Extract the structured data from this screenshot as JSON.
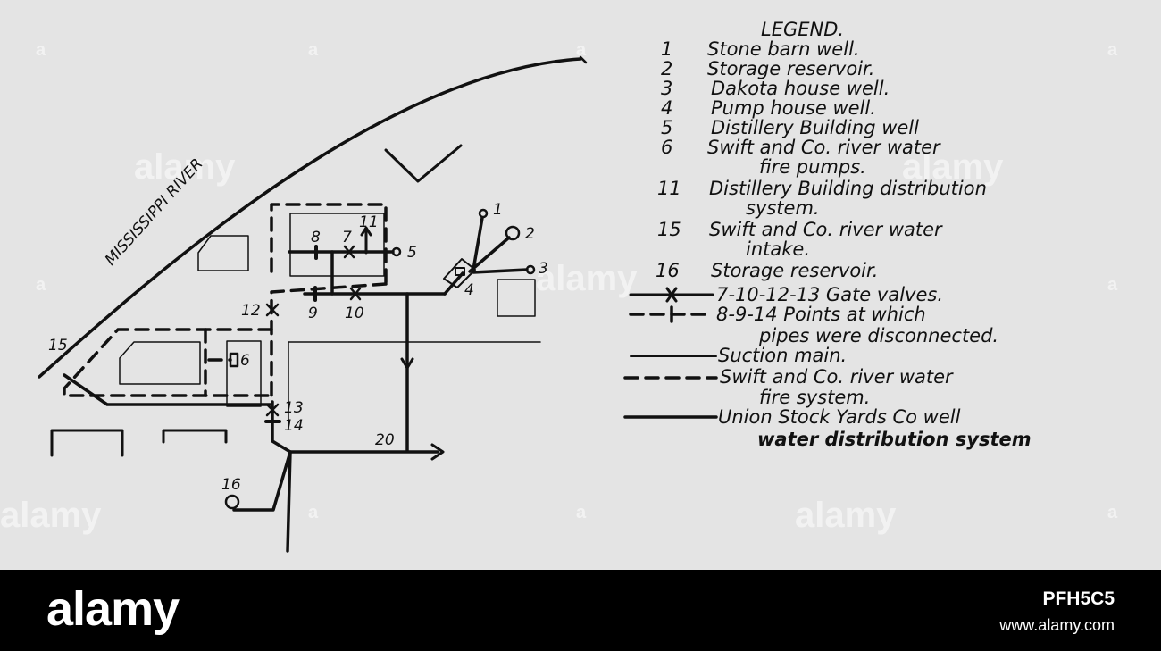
{
  "diagram": {
    "river_label": "MISSISSIPPI RIVER",
    "node_labels": {
      "n1": "1",
      "n2": "2",
      "n3": "3",
      "n4": "4",
      "n5": "5",
      "n6": "6",
      "n7": "7",
      "n8": "8",
      "n9": "9",
      "n10": "10",
      "n11": "11",
      "n12": "12",
      "n13": "13",
      "n14": "14",
      "n15": "15",
      "n16": "16",
      "n20": "20"
    }
  },
  "legend": {
    "title": "LEGEND.",
    "items": [
      {
        "key": "1",
        "text": "Stone barn well."
      },
      {
        "key": "2",
        "text": "Storage reservoir."
      },
      {
        "key": "3",
        "text": "Dakota house well."
      },
      {
        "key": "4",
        "text": "Pump house well."
      },
      {
        "key": "5",
        "text": "Distillery Building well"
      },
      {
        "key": "6",
        "text": "Swift and Co. river water",
        "text2": "fire pumps."
      },
      {
        "key": "11",
        "text": "Distillery Building distribution",
        "text2": "system."
      },
      {
        "key": "15",
        "text": "Swift and Co. river water",
        "text2": "intake."
      },
      {
        "key": "16",
        "text": "Storage reservoir."
      }
    ],
    "symbols": [
      {
        "text": "7-10-12-13 Gate valves."
      },
      {
        "text": "8-9-14 Points at which",
        "text2": "pipes were disconnected."
      },
      {
        "text": "Suction main."
      },
      {
        "text": "Swift and Co. river water",
        "text2": "fire system."
      },
      {
        "text": "Union Stock Yards Co well",
        "text2": "water distribution system"
      }
    ]
  },
  "watermark": "alamy",
  "footer": {
    "logo": "alamy",
    "image_id": "PFH5C5",
    "url": "www.alamy.com"
  }
}
